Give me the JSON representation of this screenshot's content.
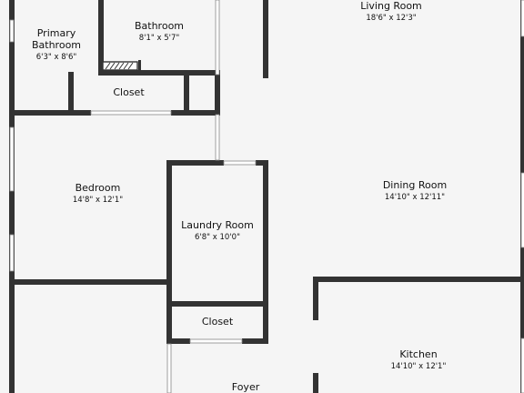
{
  "rooms": {
    "primary_bathroom": {
      "name_line1": "Primary",
      "name_line2": "Bathroom",
      "dims": "6'3\" x 8'6\""
    },
    "bathroom": {
      "name": "Bathroom",
      "dims": "8'1\" x 5'7\""
    },
    "living_room": {
      "name": "Living Room",
      "dims": "18'6\" x 12'3\""
    },
    "closet_upper": {
      "name": "Closet"
    },
    "bedroom": {
      "name": "Bedroom",
      "dims": "14'8\" x 12'1\""
    },
    "dining_room": {
      "name": "Dining Room",
      "dims": "14'10\" x 12'11\""
    },
    "laundry_room": {
      "name": "Laundry Room",
      "dims": "6'8\" x 10'0\""
    },
    "closet_lower": {
      "name": "Closet"
    },
    "kitchen": {
      "name": "Kitchen",
      "dims": "14'10\" x 12'1\""
    },
    "foyer": {
      "name": "Foyer"
    }
  },
  "colors": {
    "wall": "#333333",
    "floor": "#f5f5f5",
    "window": "#ffffff",
    "text": "#111111"
  }
}
